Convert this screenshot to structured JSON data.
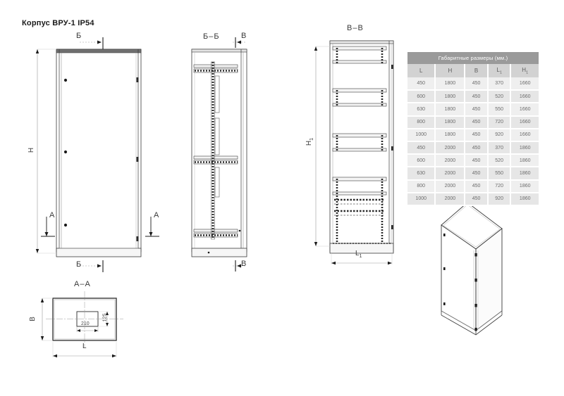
{
  "page": {
    "title": "Корпус ВРУ-1 IP54"
  },
  "views": {
    "front": {
      "name": "front-view",
      "dim_h": "Н",
      "marker_top": "Б",
      "marker_bottom": "Б",
      "marker_left": "А",
      "marker_right": "А"
    },
    "section_bb": {
      "title": "Б–Б",
      "marker_top": "В",
      "marker_bottom": "В"
    },
    "section_vv": {
      "title": "В–В",
      "dim_h1": "Н",
      "dim_h1_sub": "1",
      "dim_l1": "L",
      "dim_l1_sub": "1"
    },
    "section_aa": {
      "title": "А–А",
      "dim_b": "В",
      "dim_l": "L",
      "dim_inner_w": "210",
      "dim_inner_h": "125"
    },
    "isometric": {
      "name": "isometric-cabinet-view"
    }
  },
  "table": {
    "title": "Габаритные размеры (мм.)",
    "columns": [
      {
        "label": "L",
        "sub": ""
      },
      {
        "label": "H",
        "sub": ""
      },
      {
        "label": "B",
        "sub": ""
      },
      {
        "label": "L",
        "sub": "1"
      },
      {
        "label": "H",
        "sub": "1"
      }
    ],
    "rows": [
      [
        "450",
        "1800",
        "450",
        "370",
        "1660"
      ],
      [
        "600",
        "1800",
        "450",
        "520",
        "1660"
      ],
      [
        "630",
        "1800",
        "450",
        "550",
        "1660"
      ],
      [
        "800",
        "1800",
        "450",
        "720",
        "1660"
      ],
      [
        "1000",
        "1800",
        "450",
        "920",
        "1660"
      ],
      [
        "450",
        "2000",
        "450",
        "370",
        "1860"
      ],
      [
        "600",
        "2000",
        "450",
        "520",
        "1860"
      ],
      [
        "630",
        "2000",
        "450",
        "550",
        "1860"
      ],
      [
        "800",
        "2000",
        "450",
        "720",
        "1860"
      ],
      [
        "1000",
        "2000",
        "450",
        "920",
        "1860"
      ]
    ]
  },
  "colors": {
    "line": "#3a3a3a",
    "light_line": "#9a9a9a",
    "fill_panel": "#f2f2f2",
    "fill_dark": "#5a5a5a",
    "table_header": "#9a9a9a",
    "table_colhead": "#d2d2d2",
    "row_odd": "#efefef",
    "row_even": "#e6e6e6"
  }
}
